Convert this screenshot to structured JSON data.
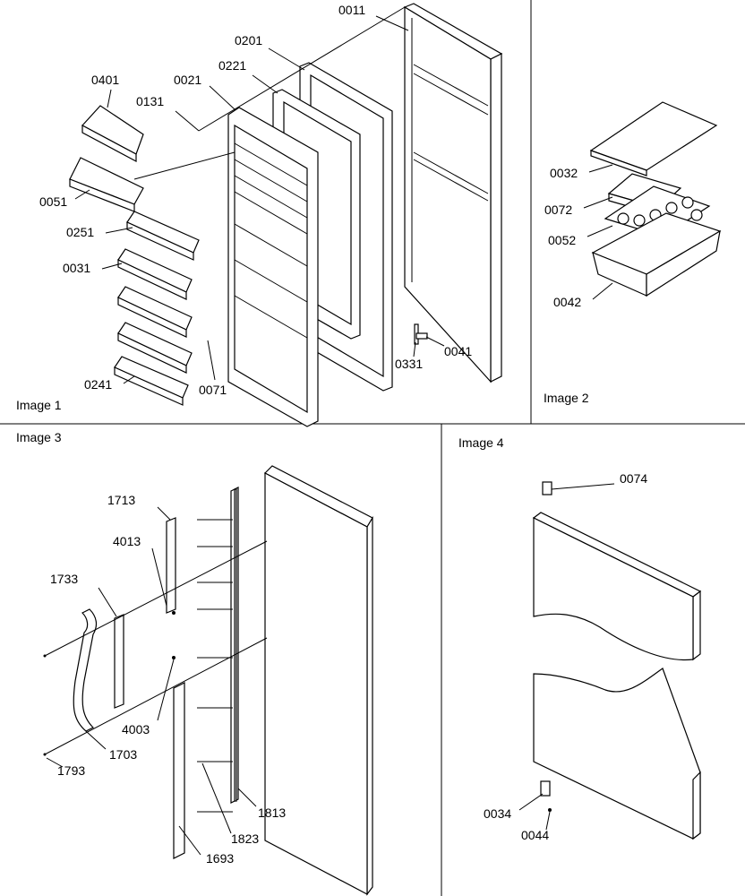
{
  "panels": {
    "image1": "Image 1",
    "image2": "Image 2",
    "image3": "Image 3",
    "image4": "Image 4"
  },
  "parts": {
    "p0011": "0011",
    "p0201": "0201",
    "p0221": "0221",
    "p0021": "0021",
    "p0401": "0401",
    "p0131": "0131",
    "p0051": "0051",
    "p0251": "0251",
    "p0031": "0031",
    "p0241": "0241",
    "p0071": "0071",
    "p0331": "0331",
    "p0041": "0041",
    "p0032": "0032",
    "p0072": "0072",
    "p0052": "0052",
    "p0042": "0042",
    "p1713": "1713",
    "p4013": "4013",
    "p1733": "1733",
    "p4003": "4003",
    "p1703": "1703",
    "p1793": "1793",
    "p1813": "1813",
    "p1823": "1823",
    "p1693": "1693",
    "p0074": "0074",
    "p0034": "0034",
    "p0044": "0044"
  }
}
